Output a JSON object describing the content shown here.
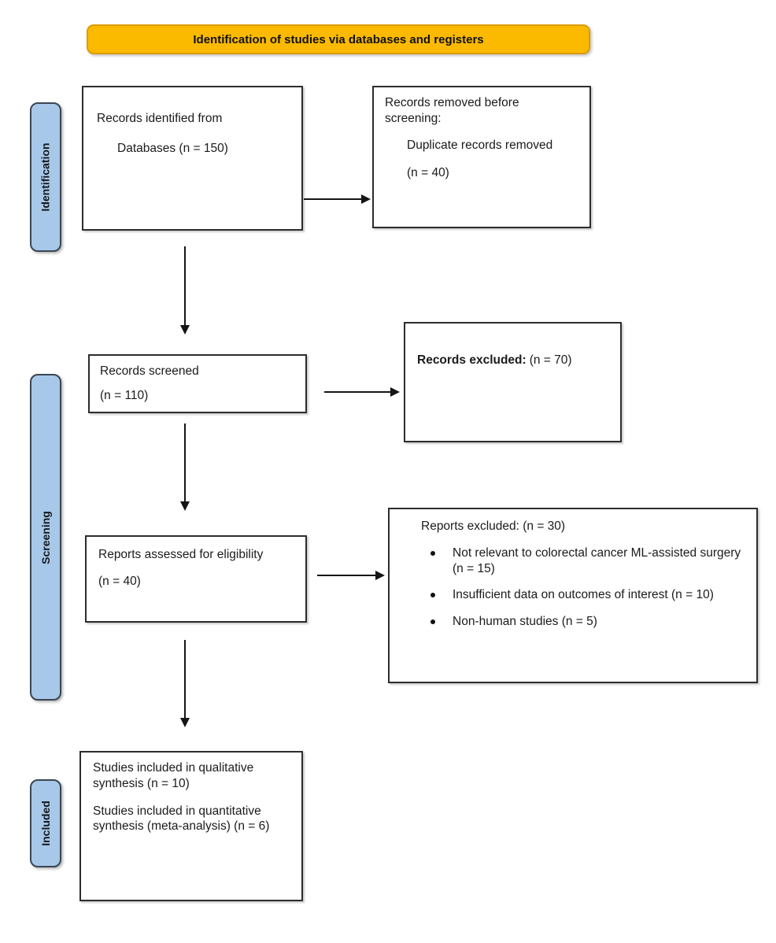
{
  "banner": {
    "label": "Identification of studies via databases and registers"
  },
  "colors": {
    "banner_bg": "#FBBA00",
    "banner_border": "#DD9B00",
    "sidebar_bg": "#A7C8E8",
    "box_border": "#2D2D2D",
    "text": "#1B1B1B"
  },
  "sidebars": [
    {
      "label": "Identification"
    },
    {
      "label": "Screening"
    },
    {
      "label": "Included"
    }
  ],
  "boxes": {
    "records_identified": {
      "line1": "Records identified from",
      "line2": "Databases (n = 150)"
    },
    "records_removed": {
      "line1": "Records removed before screening:",
      "line2": "Duplicate records removed",
      "count": "(n = 40)"
    },
    "records_screened": {
      "line1": "Records screened",
      "count": "(n = 110)"
    },
    "records_excluded": {
      "label": "Records excluded:",
      "count": "(n = 70)"
    },
    "reports_assessed": {
      "line1": "Reports assessed for eligibility",
      "count": "(n = 40)"
    },
    "reports_excluded": {
      "title": "Reports excluded: (n = 30)",
      "bullets": [
        "Not relevant to colorectal cancer ML-assisted surgery (n = 15)",
        "Insufficient data on outcomes of interest (n = 10)",
        "Non-human studies (n = 5)"
      ]
    },
    "studies_included": {
      "para1": "Studies included in qualitative synthesis (n = 10)",
      "para2": "Studies included in quantitative synthesis (meta-analysis) (n = 6)"
    }
  }
}
